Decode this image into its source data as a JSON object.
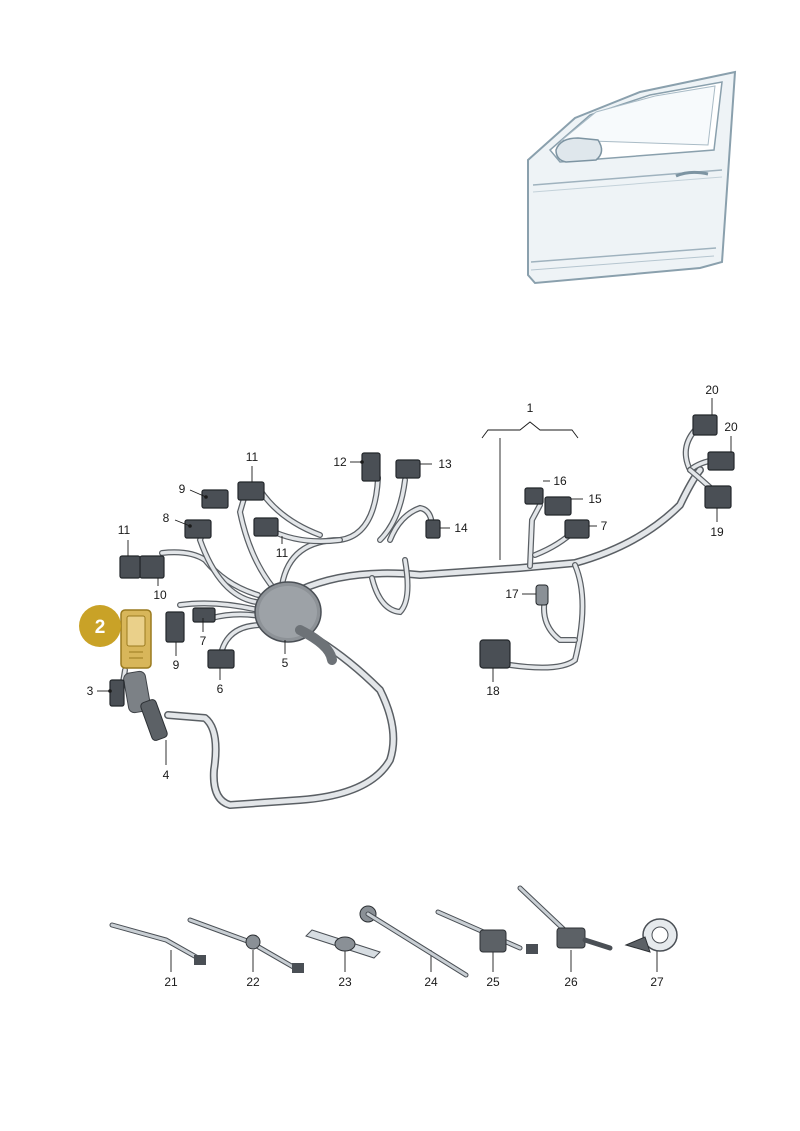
{
  "diagram": {
    "highlight": {
      "label": "2",
      "color": "#c9a227"
    },
    "callouts": {
      "c1": "1",
      "c3": "3",
      "c4": "4",
      "c5": "5",
      "c6": "6",
      "c7a": "7",
      "c7b": "7",
      "c8": "8",
      "c9a": "9",
      "c9b": "9",
      "c10": "10",
      "c11a": "11",
      "c11b": "11",
      "c11c": "11",
      "c12": "12",
      "c13": "13",
      "c14": "14",
      "c15": "15",
      "c16": "16",
      "c17": "17",
      "c18": "18",
      "c19": "19",
      "c20a": "20",
      "c20b": "20",
      "c21": "21",
      "c22": "22",
      "c23": "23",
      "c24": "24",
      "c25": "25",
      "c26": "26",
      "c27": "27"
    },
    "colors": {
      "wire_outline": "#5a5f64",
      "wire_fill": "#e3e6e9",
      "door_outline": "#8aa0ad",
      "door_fill": "#eef3f6",
      "badge": "#c9a227"
    }
  }
}
